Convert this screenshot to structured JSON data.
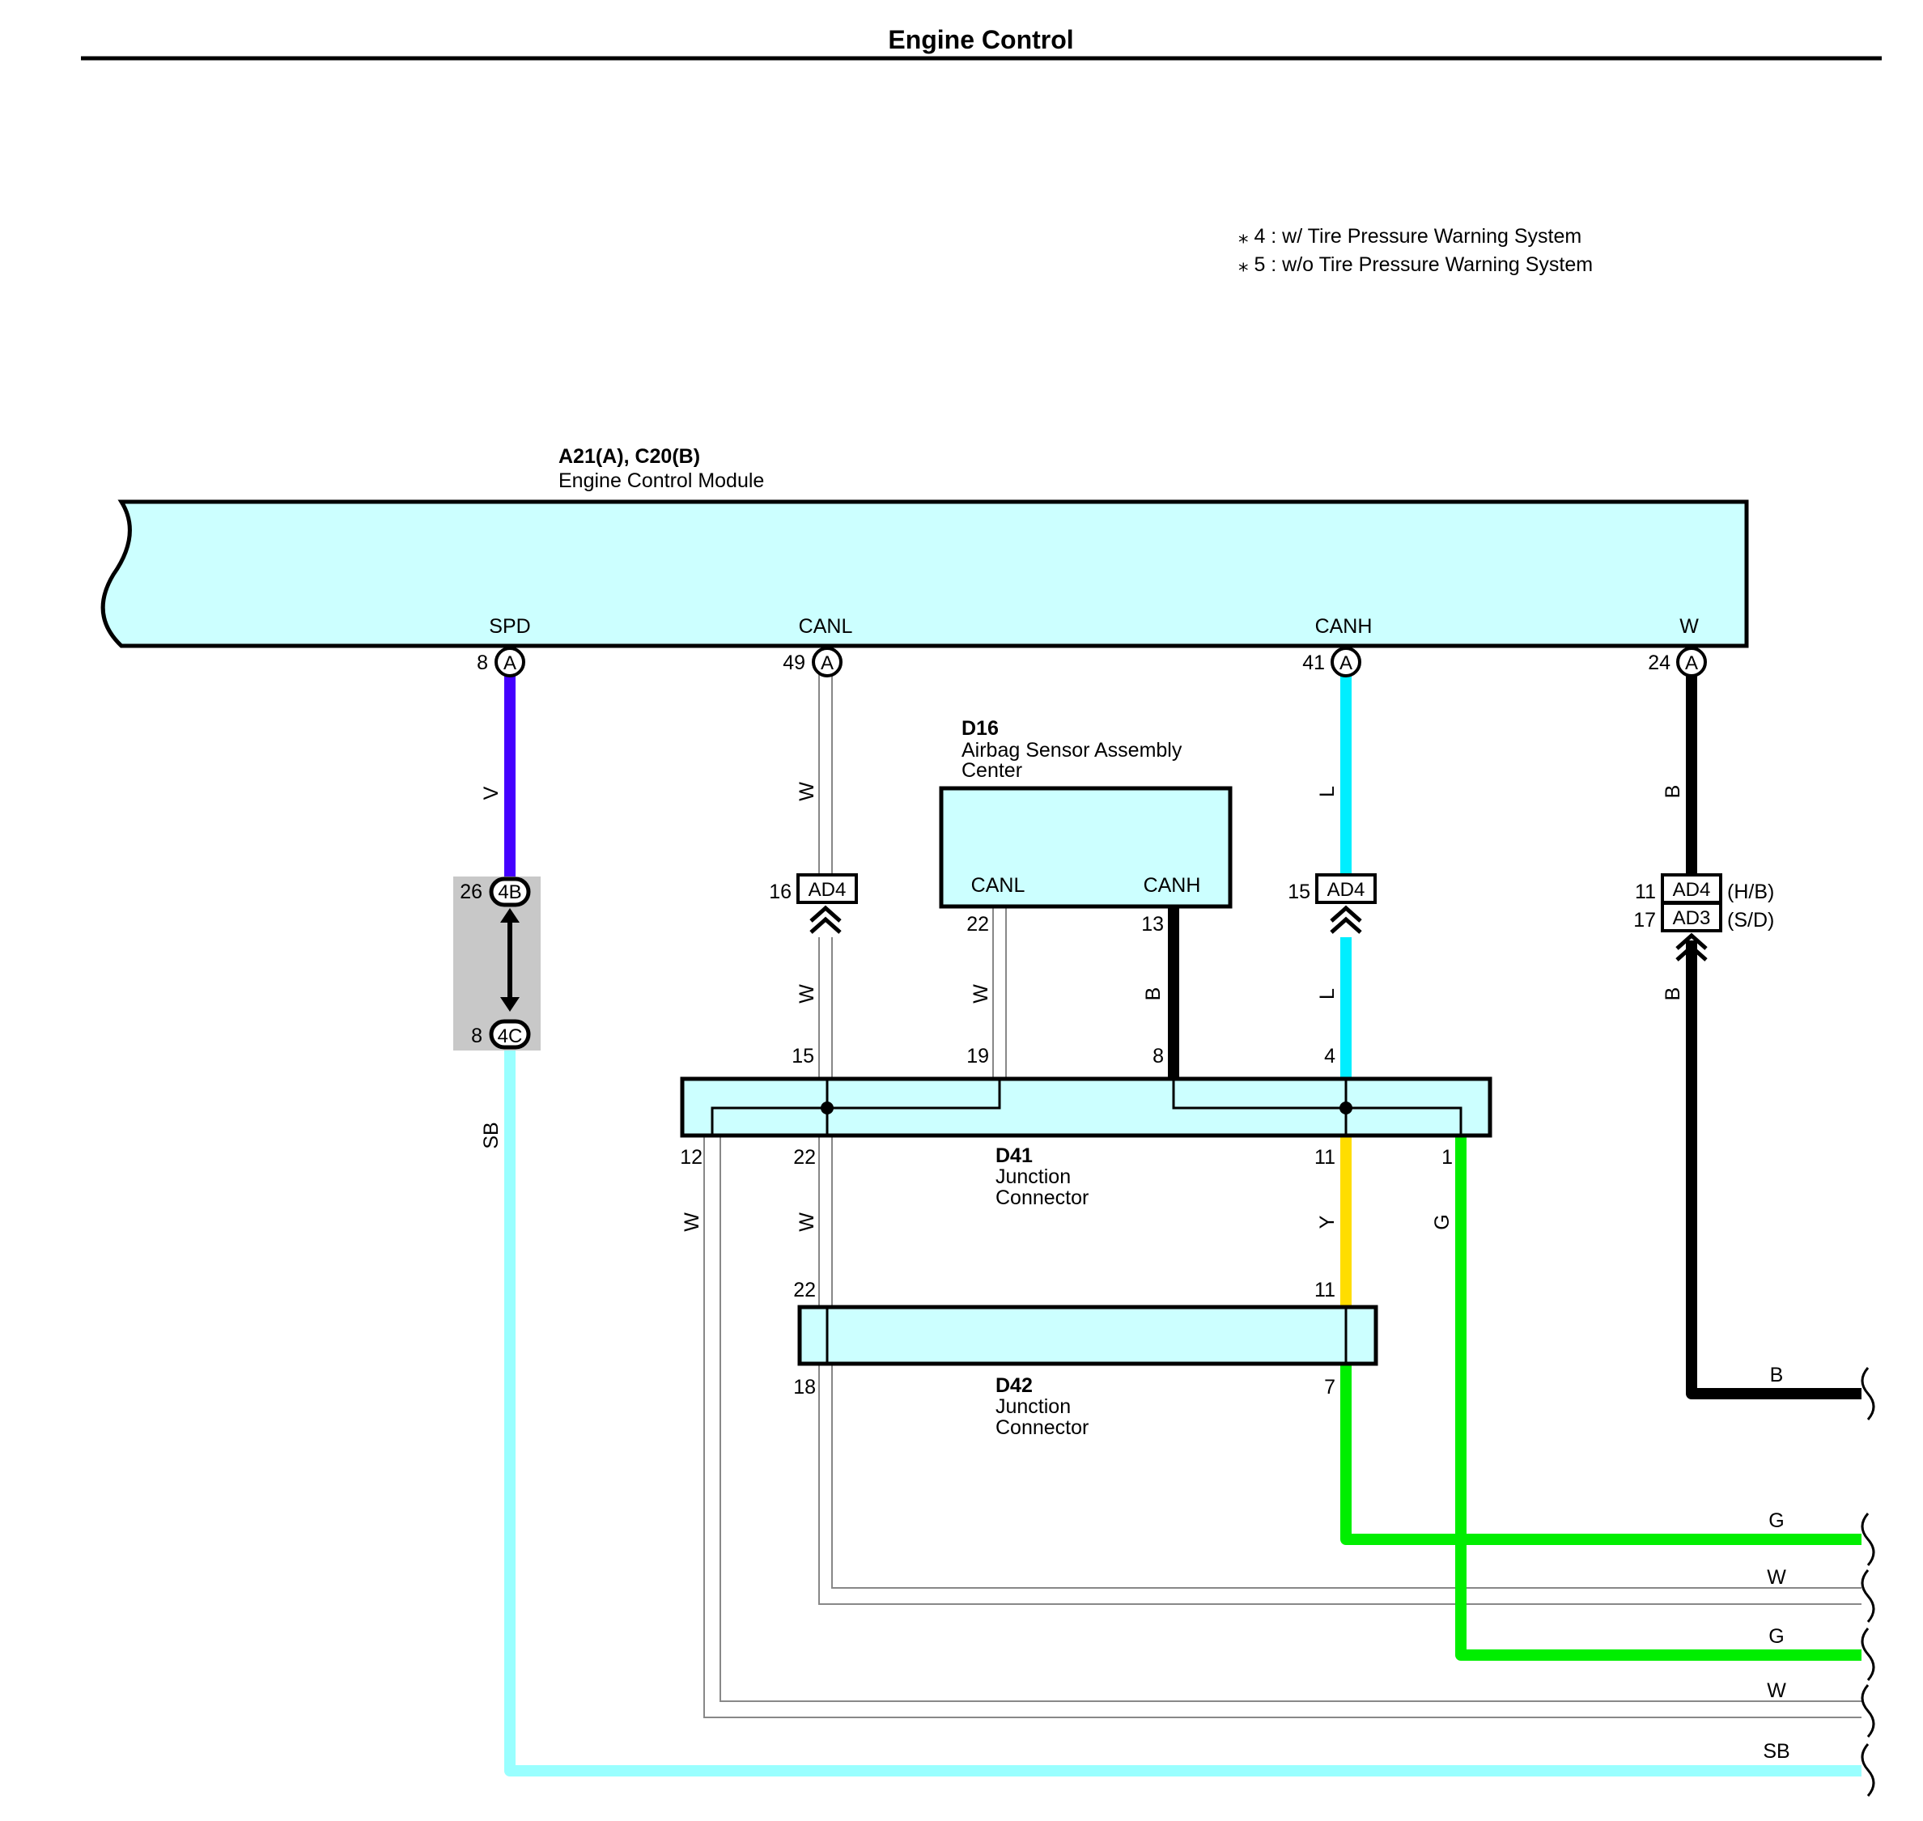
{
  "title": "Engine Control",
  "notes": [
    "⁎ 4 : w/ Tire Pressure Warning System",
    "⁎ 5 : w/o Tire Pressure Warning System"
  ],
  "ecm": {
    "code": "A21(A), C20(B)",
    "name": "Engine Control Module",
    "terminals": [
      {
        "label": "SPD",
        "pin": "8",
        "connector": "A"
      },
      {
        "label": "CANL",
        "pin": "49",
        "connector": "A"
      },
      {
        "label": "CANH",
        "pin": "41",
        "connector": "A"
      },
      {
        "label": "W",
        "pin": "24",
        "connector": "A"
      }
    ]
  },
  "airbag": {
    "code": "D16",
    "name_line1": "Airbag Sensor Assembly",
    "name_line2": "Center",
    "canl": "CANL",
    "canh": "CANH",
    "pin_canl": "22",
    "pin_canh": "13"
  },
  "d41": {
    "code": "D41",
    "name_line1": "Junction",
    "name_line2": "Connector",
    "pins_top": [
      "15",
      "19",
      "8",
      "4"
    ],
    "pins_bottom": [
      "12",
      "22",
      "11",
      "1"
    ]
  },
  "d42": {
    "code": "D42",
    "name_line1": "Junction",
    "name_line2": "Connector",
    "pins_top": [
      "22",
      "11"
    ],
    "pins_bottom": [
      "18",
      "7"
    ]
  },
  "inline_connectors": {
    "spd_top": {
      "pin": "26",
      "code": "4B"
    },
    "spd_bottom": {
      "pin": "8",
      "code": "4C"
    },
    "canl": {
      "pin": "16",
      "code": "AD4"
    },
    "canh": {
      "pin": "15",
      "code": "AD4"
    },
    "w_1": {
      "pin": "11",
      "code": "AD4",
      "note": "(H/B)"
    },
    "w_2": {
      "pin": "17",
      "code": "AD3",
      "note": "(S/D)"
    }
  },
  "wire_colors": {
    "spd_upper": "V",
    "spd_lower": "SB",
    "canl_upper": "W",
    "canl_lower": "W",
    "airbag_canl": "W",
    "airbag_canh": "B",
    "canh_upper": "L",
    "canh_lower": "L",
    "w_upper": "B",
    "w_lower": "B",
    "d41_12": "W",
    "d41_22": "W",
    "d41_11": "Y",
    "d41_1": "G"
  },
  "exit_labels": [
    "B",
    "G",
    "W",
    "G",
    "W",
    "SB"
  ],
  "colors": {
    "component_fill": "#ccffff",
    "violet": "#4400ff",
    "sky_blue": "#99ffff",
    "cyan": "#00eeff",
    "yellow": "#ffdd00",
    "green": "#00ee00",
    "black": "#000000",
    "white_wire": "#888888",
    "connector_shade": "#c8c8c8"
  }
}
